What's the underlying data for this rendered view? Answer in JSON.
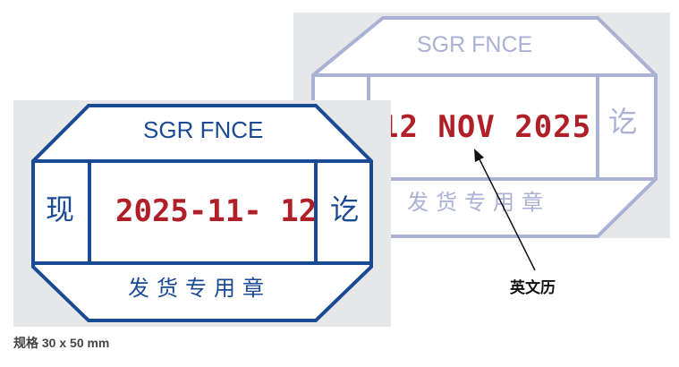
{
  "back_stamp": {
    "company": "SGR FNCE",
    "date": "12 NOV 2025",
    "side_right": "讫",
    "purpose": "发货专用章"
  },
  "front_stamp": {
    "company": "SGR FNCE",
    "date": "2025-11- 12",
    "side_left": "现",
    "side_right": "讫",
    "purpose": "发货专用章"
  },
  "annotation": {
    "label": "英文历"
  },
  "caption": {
    "size": "规格 30 x 50 mm"
  },
  "colors": {
    "front_ink": "#1a4a94",
    "back_ink": "#a9b1d4",
    "date_red": "#b01e28",
    "panel": "#e6e7e8"
  }
}
